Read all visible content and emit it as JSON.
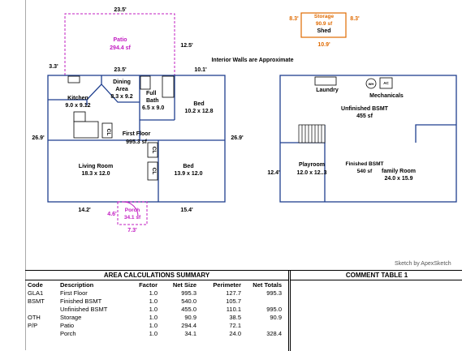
{
  "plan": {
    "note": "Interior Walls are Approximate",
    "dims": {
      "patio_top": "23.5'",
      "patio_right": "12.5'",
      "patio_left": "3.3'",
      "first_top": "23.5'",
      "first_right_top": "10.1'",
      "left_side": "26.9'",
      "right_side": "26.9'",
      "bottom_left": "14.2'",
      "bottom_right": "15.4'",
      "porch_left": "4.6'",
      "porch_bottom": "7.3'",
      "bsmt_side": "12.4'",
      "storage_left": "8.3'",
      "storage_right": "8.3'",
      "storage_bottom": "10.9'"
    },
    "rooms": {
      "patio": {
        "name": "Patio",
        "area": "294.4 sf"
      },
      "storage": {
        "name": "Storage",
        "area": "90.9 sf",
        "sub": "Shed"
      },
      "dining": {
        "name": "Dining",
        "name2": "Area",
        "size": "8.3 x 9.2"
      },
      "kitchen": {
        "name": "Kitchen",
        "size": "9.0 x 9.12"
      },
      "full_bath": {
        "name": "Full",
        "name2": "Bath",
        "size": "6.5 x 9.0"
      },
      "bed1": {
        "name": "Bed",
        "size": "10.2 x 12.8"
      },
      "first_floor": {
        "name": "First Floor",
        "area": "995.3 sf"
      },
      "living": {
        "name": "Living Room",
        "size": "18.3 x 12.0"
      },
      "bed2": {
        "name": "Bed",
        "size": "13.9 x 12.0"
      },
      "porch": {
        "name": "Porch",
        "area": "34.1 sf"
      },
      "laundry": {
        "name": "Laundry"
      },
      "mechanicals": {
        "name": "Mechanicals"
      },
      "unfinished": {
        "name": "Unfinished BSMT",
        "area": "455 sf"
      },
      "finished": {
        "name": "Finished BSMT",
        "area": "540 sf"
      },
      "playroom": {
        "name": "Playroom",
        "size": "12.0 x 12..3"
      },
      "family": {
        "name": "family Room",
        "size": "24.0 x 15.9"
      }
    },
    "symbols": {
      "wh": "WH",
      "ac": "AC",
      "closet": "CL"
    }
  },
  "credit": "Sketch by ApexSketch",
  "summary": {
    "title": "AREA CALCULATIONS SUMMARY",
    "headers": [
      "Code",
      "Description",
      "Factor",
      "Net Size",
      "Perimeter",
      "Net Totals"
    ],
    "rows": [
      [
        "GLA1",
        "First Floor",
        "1.0",
        "995.3",
        "127.7",
        "995.3"
      ],
      [
        "BSMT",
        "Finished BSMT",
        "1.0",
        "540.0",
        "105.7",
        ""
      ],
      [
        "",
        "Unfinished BSMT",
        "1.0",
        "455.0",
        "110.1",
        "995.0"
      ],
      [
        "OTH",
        "Storage",
        "1.0",
        "90.9",
        "38.5",
        "90.9"
      ],
      [
        "P/P",
        "Patio",
        "1.0",
        "294.4",
        "72.1",
        ""
      ],
      [
        "",
        "Porch",
        "1.0",
        "34.1",
        "24.0",
        "328.4"
      ]
    ]
  },
  "comment": {
    "title": "COMMENT TABLE 1"
  },
  "colors": {
    "patio": "#c21cc2",
    "storage": "#e06a00",
    "walls": "#1f3f8f"
  }
}
